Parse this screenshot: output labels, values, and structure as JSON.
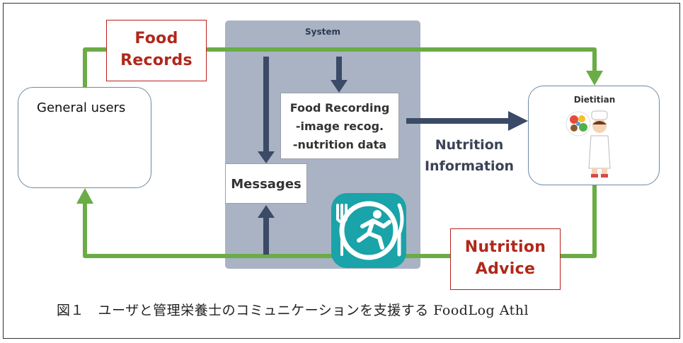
{
  "system": {
    "title": "System"
  },
  "boxes": {
    "food_records": [
      "Food",
      "Records"
    ],
    "nutrition_advice": [
      "Nutrition",
      "Advice"
    ],
    "food_recording": [
      "Food Recording",
      "-image recog.",
      "-nutrition data"
    ],
    "messages": "Messages"
  },
  "actors": {
    "general_users": "General users",
    "dietitian": "Dietitian"
  },
  "labels": {
    "nutrition_information": [
      "Nutrition",
      "Information"
    ]
  },
  "caption": "図１　ユーザと管理栄養士のコミュニケーションを支援する FoodLog Athl",
  "colors": {
    "green_arrow": "#6aac45",
    "navy_arrow": "#3b4a66",
    "system_bg": "#a9b3c4",
    "red_text": "#b0281a",
    "app_icon": "#1aa3a8"
  },
  "icons": {
    "user": "person-avatar-icon",
    "dietitian": "dietitian-chef-icon",
    "app": "foodlog-runner-app-icon"
  }
}
